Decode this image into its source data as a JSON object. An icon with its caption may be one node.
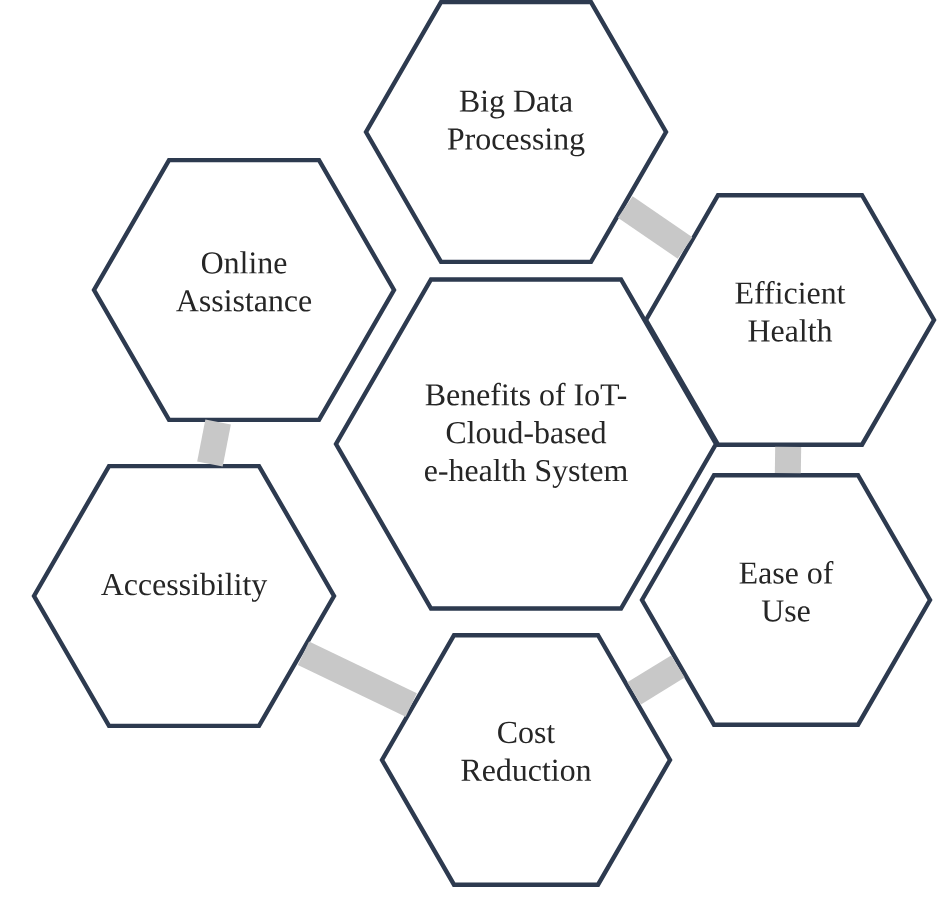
{
  "diagram": {
    "nodes": [
      {
        "text": [
          "Benefits of IoT-Cloud-based e-health System"
        ]
      },
      {
        "text": [
          "Big Data Processing"
        ]
      },
      {
        "text": [
          "Efficient Health"
        ]
      },
      {
        "text": [
          "Ease of Use"
        ]
      },
      {
        "text": [
          "Cost Reduction"
        ]
      },
      {
        "text": [
          "Accessibility"
        ]
      },
      {
        "text": [
          "Online Assistance"
        ]
      }
    ],
    "edges": [
      {
        "from": 1,
        "to": 2,
        "arrow": "none",
        "color": "#c8c8c8"
      },
      {
        "from": 2,
        "to": 3,
        "arrow": "none",
        "color": "#c8c8c8"
      },
      {
        "from": 3,
        "to": 4,
        "arrow": "none",
        "color": "#c8c8c8"
      },
      {
        "from": 4,
        "to": 5,
        "arrow": "none",
        "color": "#c8c8c8"
      },
      {
        "from": 5,
        "to": 6,
        "arrow": "none",
        "color": "#c8c8c8"
      }
    ]
  }
}
